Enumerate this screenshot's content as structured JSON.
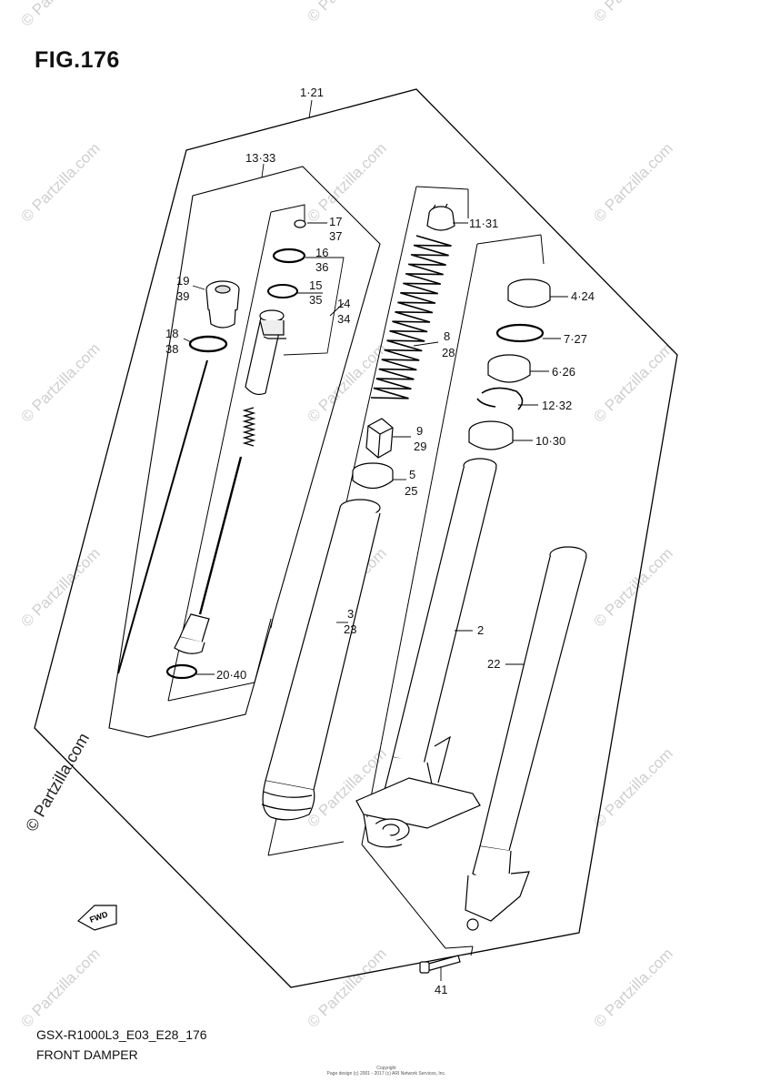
{
  "figure": {
    "title": "FIG.176",
    "model_code": "GSX-R1000L3_E03_E28_176",
    "name": "FRONT DAMPER"
  },
  "watermark": {
    "text": "© Partzilla.com",
    "prominent_text": "© Partzilla.com"
  },
  "copyright": {
    "line1": "Copyright",
    "line2": "Page design (c) 2001 - 2017 (c) ARI Network Services, Inc."
  },
  "direction_arrow": {
    "label": "FWD"
  },
  "callouts": [
    {
      "id": "c-1-21",
      "text": "1·21"
    },
    {
      "id": "c-13-33",
      "text": "13·33"
    },
    {
      "id": "c-17",
      "text": "17"
    },
    {
      "id": "c-37",
      "text": "37"
    },
    {
      "id": "c-16",
      "text": "16"
    },
    {
      "id": "c-36",
      "text": "36"
    },
    {
      "id": "c-15",
      "text": "15"
    },
    {
      "id": "c-35",
      "text": "35"
    },
    {
      "id": "c-14",
      "text": "14"
    },
    {
      "id": "c-34",
      "text": "34"
    },
    {
      "id": "c-19",
      "text": "19"
    },
    {
      "id": "c-39",
      "text": "39"
    },
    {
      "id": "c-18",
      "text": "18"
    },
    {
      "id": "c-38",
      "text": "38"
    },
    {
      "id": "c-11-31",
      "text": "11·31"
    },
    {
      "id": "c-8",
      "text": "8"
    },
    {
      "id": "c-28",
      "text": "28"
    },
    {
      "id": "c-4-24",
      "text": "4·24"
    },
    {
      "id": "c-7-27",
      "text": "7·27"
    },
    {
      "id": "c-6-26",
      "text": "6·26"
    },
    {
      "id": "c-12-32",
      "text": "12·32"
    },
    {
      "id": "c-9",
      "text": "9"
    },
    {
      "id": "c-29",
      "text": "29"
    },
    {
      "id": "c-10-30",
      "text": "10·30"
    },
    {
      "id": "c-5",
      "text": "5"
    },
    {
      "id": "c-25",
      "text": "25"
    },
    {
      "id": "c-3",
      "text": "3"
    },
    {
      "id": "c-23",
      "text": "23"
    },
    {
      "id": "c-2",
      "text": "2"
    },
    {
      "id": "c-22",
      "text": "22"
    },
    {
      "id": "c-20-40",
      "text": "20·40"
    },
    {
      "id": "c-41",
      "text": "41"
    }
  ]
}
